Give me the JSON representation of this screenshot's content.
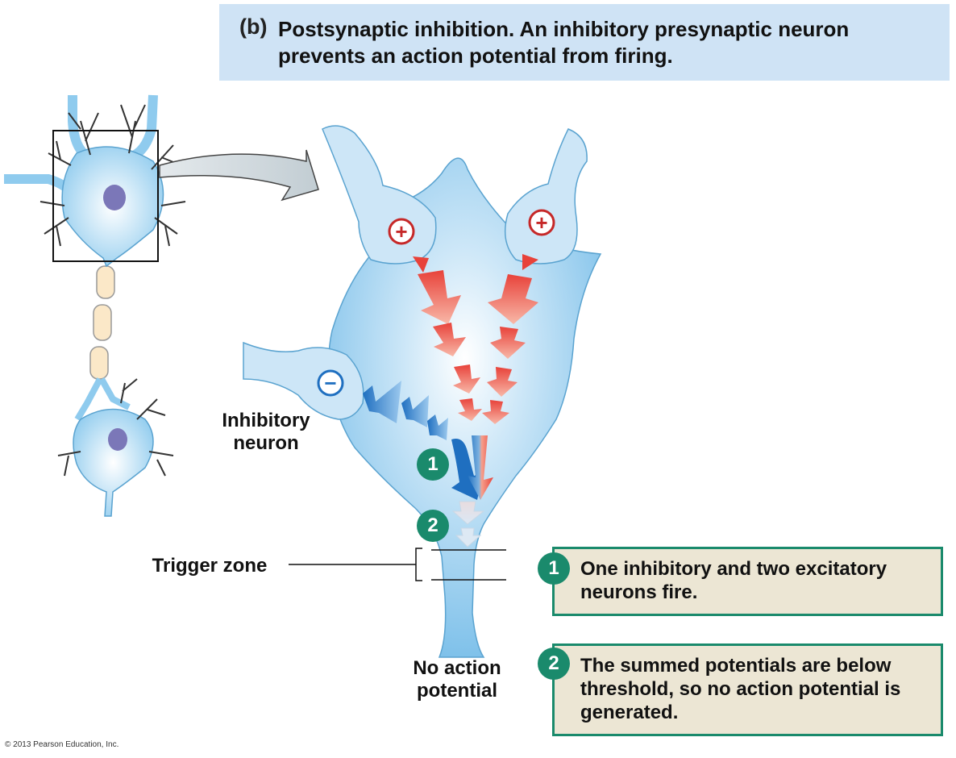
{
  "header": {
    "tag": "(b)",
    "title": "Postsynaptic inhibition. An inhibitory presynaptic neuron prevents an action potential from firing."
  },
  "labels": {
    "inhibitory_neuron": "Inhibitory neuron",
    "trigger_zone": "Trigger zone",
    "no_action_potential": "No action potential"
  },
  "synapse_signs": {
    "excitatory": "+",
    "inhibitory": "−"
  },
  "steps": [
    {
      "number": "1",
      "text": "One inhibitory and two excitatory neurons fire."
    },
    {
      "number": "2",
      "text": "The summed potentials are below threshold, so no action potential is generated."
    }
  ],
  "footer": {
    "copyright": "© 2013 Pearson Education, Inc."
  },
  "colors": {
    "cell_fill": "#8fcbee",
    "axon_fill": "#cde6f7",
    "excitatory_arrow": "#e8423a",
    "inhibitory_arrow": "#1f6fc0",
    "step_accent": "#1a8a6c",
    "step_box_bg": "#ece6d4",
    "title_bg": "#cfe3f5"
  }
}
